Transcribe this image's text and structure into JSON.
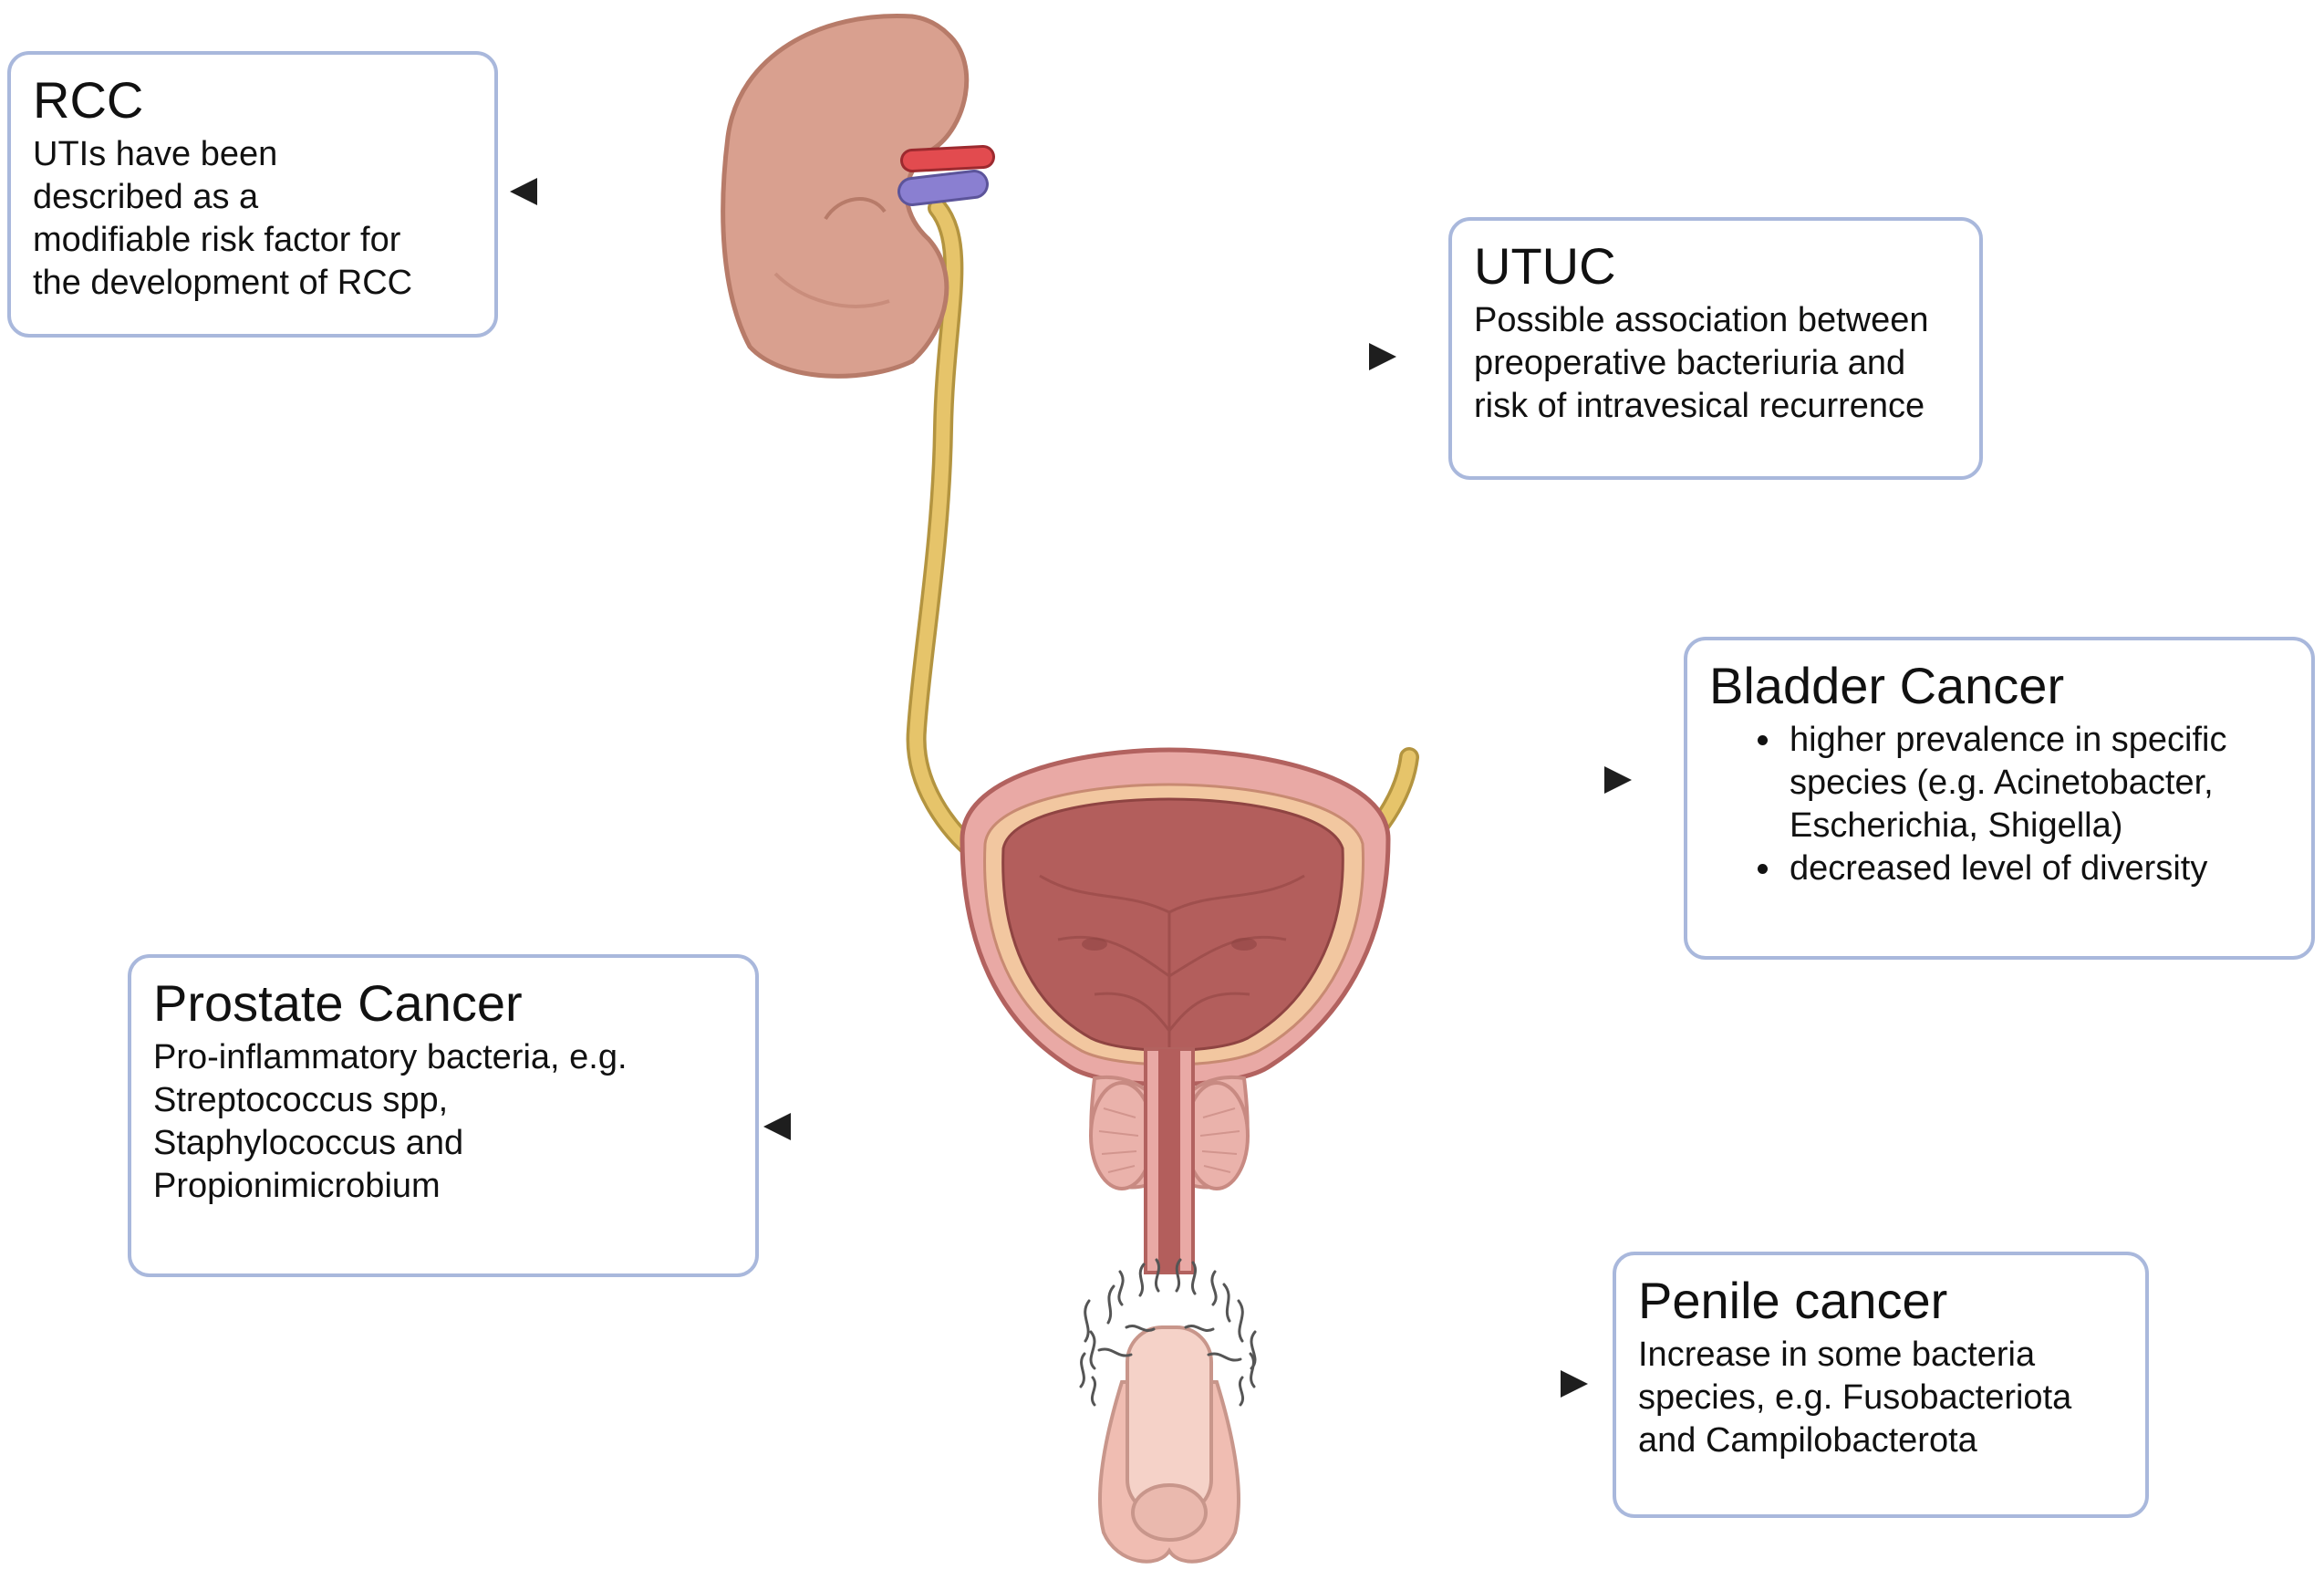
{
  "colors": {
    "box_border": "#a9b8dc",
    "arrow": "#1e1e1e",
    "kidney": "#d9a08f",
    "ureter": "#e6c46a",
    "bladder_outer": "#e9a9a5",
    "bladder_inner": "#b35e5c",
    "artery": "#e24b4f",
    "vein": "#8a7fd1",
    "skin": "#efc4b8"
  },
  "icons": [
    "kidney-icon",
    "ureter-icon",
    "bladder-icon",
    "prostate-icon",
    "urethra-icon",
    "penis-icon"
  ],
  "boxes": {
    "rcc": {
      "title": "RCC",
      "lines": [
        "UTIs have been",
        "described as a",
        "modifiable risk factor for",
        "the development of RCC"
      ]
    },
    "utuc": {
      "title": "UTUC",
      "lines": [
        "Possible association between",
        "preoperative bacteriuria and",
        "risk of intravesical recurrence"
      ]
    },
    "bladder": {
      "title": "Bladder Cancer",
      "bullets": [
        [
          "higher prevalence in specific",
          "species (e.g. Acinetobacter,",
          "Escherichia, Shigella)"
        ],
        [
          "decreased level of diversity"
        ]
      ]
    },
    "prostate": {
      "title": "Prostate Cancer",
      "lines": [
        "Pro-inflammatory bacteria, e.g.",
        "Streptococcus spp,",
        "Staphylococcus and",
        "Propionimicrobium"
      ]
    },
    "penile": {
      "title": "Penile cancer",
      "lines": [
        "Increase in some bacteria",
        "species, e.g. Fusobacteriota",
        "and Campilobacterota"
      ]
    }
  }
}
